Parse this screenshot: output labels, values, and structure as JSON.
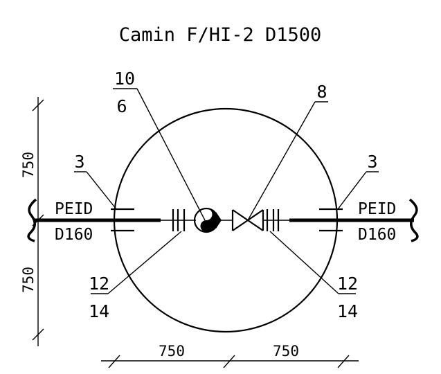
{
  "title": "Camin F/HI-2 D1500",
  "callouts": {
    "valve_top": "10",
    "valve_bottom": "6",
    "gate": "8",
    "left_pipe": "3",
    "right_pipe": "3",
    "left_coupling_top": "12",
    "left_coupling_bottom": "14",
    "right_coupling_top": "12",
    "right_coupling_bottom": "14"
  },
  "pipes": {
    "left_material": "PEID",
    "left_diameter": "D160",
    "right_material": "PEID",
    "right_diameter": "D160"
  },
  "dimensions": {
    "vertical_upper": "750",
    "vertical_lower": "750",
    "horizontal_left": "750",
    "horizontal_right": "750"
  }
}
